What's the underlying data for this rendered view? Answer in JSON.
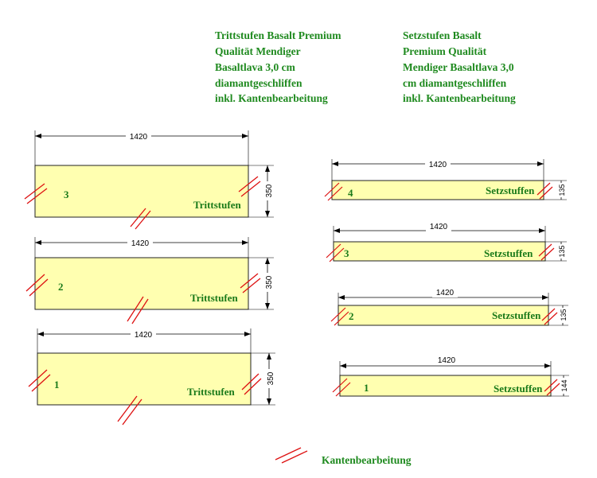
{
  "header": {
    "left_lines": [
      "Trittstufen Basalt Premium",
      "Qualität Mendiger",
      "Basaltlava 3,0 cm",
      "diamantgeschliffen",
      "inkl. Kantenbearbeitung"
    ],
    "right_lines": [
      "Setzstufen Basalt",
      "Premium Qualität",
      "Mendiger Basaltlava 3,0",
      "cm diamantgeschliffen",
      "inkl. Kantenbearbeitung"
    ]
  },
  "colors": {
    "heading_green": "#1f8a1f",
    "label_green": "#1a7a1a",
    "panel_fill": "#ffffb0",
    "edge_red": "#dd1111",
    "dim_line": "#000000"
  },
  "treads": [
    {
      "number": "3",
      "label": "Trittstufen",
      "width": "1420",
      "depth": "350"
    },
    {
      "number": "2",
      "label": "Trittstufen",
      "width": "1420",
      "depth": "350"
    },
    {
      "number": "1",
      "label": "Trittstufen",
      "width": "1420",
      "depth": "350"
    }
  ],
  "risers": [
    {
      "number": "4",
      "label": "Setzstuffen",
      "width": "1420",
      "depth": "135"
    },
    {
      "number": "3",
      "label": "Setzstuffen",
      "width": "1420",
      "depth": "135"
    },
    {
      "number": "2",
      "label": "Setzstuffen",
      "width": "1420",
      "depth": "135"
    },
    {
      "number": "1",
      "label": "Setzstuffen",
      "width": "1420",
      "depth": "144"
    }
  ],
  "legend": {
    "label": "Kantenbearbeitung",
    "icon": "double-slash-edge-mark"
  }
}
